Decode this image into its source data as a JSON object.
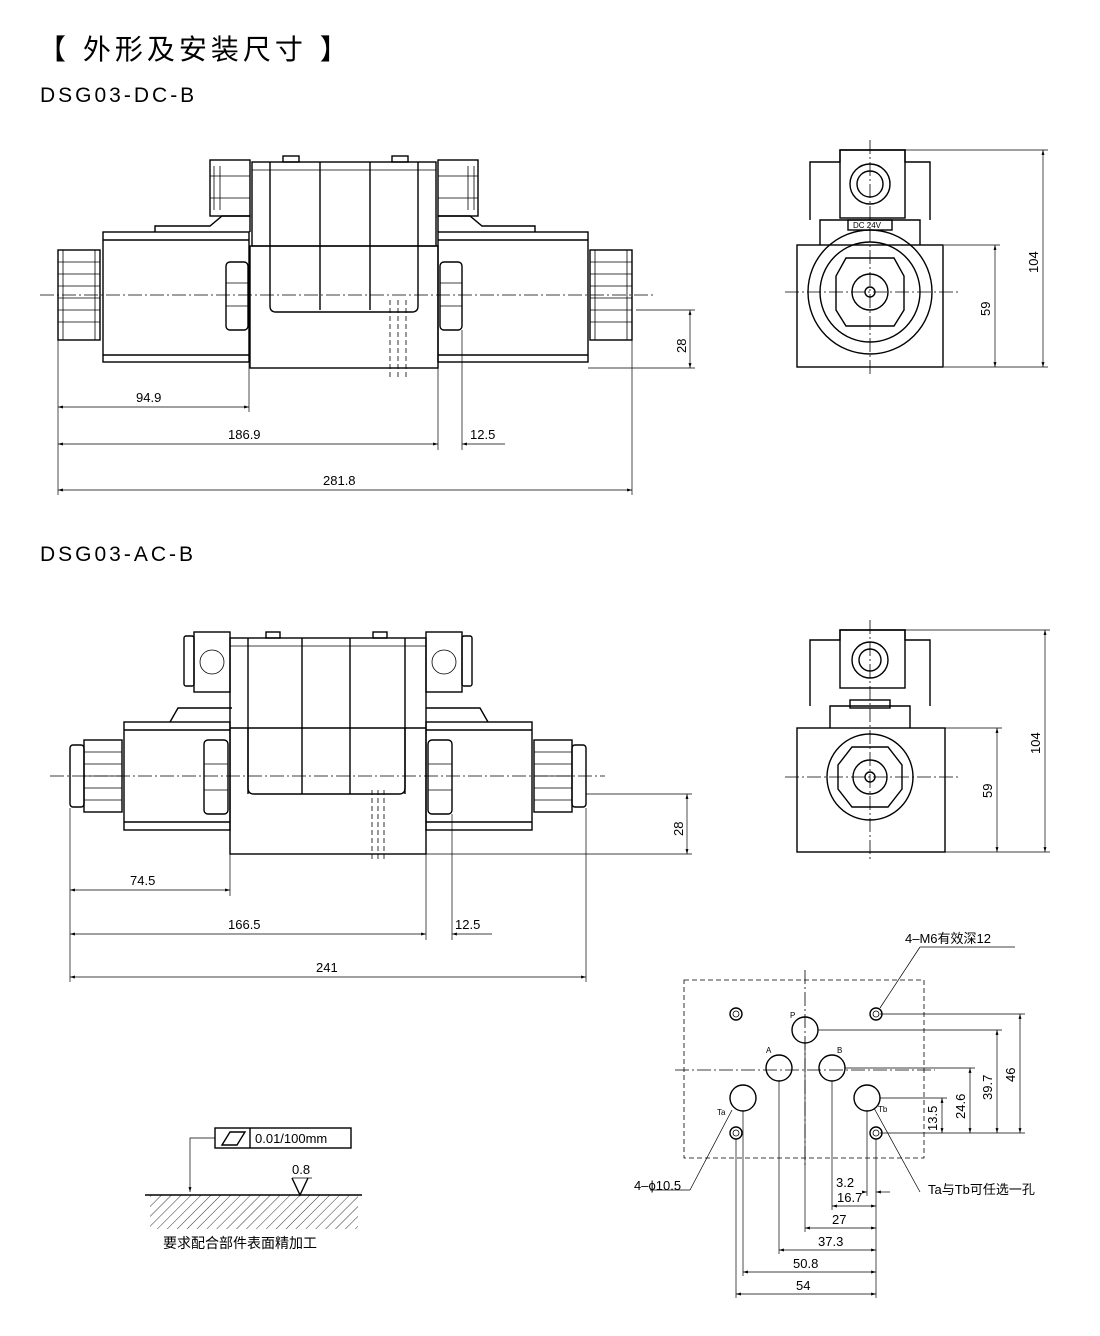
{
  "heading": "【 外形及安装尺寸 】",
  "models": [
    "DSG03-DC-B",
    "DSG03-AC-B"
  ],
  "dc_dims": {
    "d1": "94.9",
    "d2": "186.9",
    "d3": "12.5",
    "d4": "281.8",
    "h1": "28",
    "h2": "59",
    "h3": "104",
    "coil": "DC 24V"
  },
  "ac_dims": {
    "d1": "74.5",
    "d2": "166.5",
    "d3": "12.5",
    "d4": "241",
    "h1": "28",
    "h2": "59",
    "h3": "104"
  },
  "mount": {
    "bolt_note": "4–M6有效深12",
    "hole_note": "4–ϕ10.5",
    "option_note": "Ta与Tb可任选一孔",
    "ports": [
      "P",
      "A",
      "B",
      "Ta",
      "Tb"
    ],
    "v_dims": [
      "46",
      "39.7",
      "24.6",
      "13.5"
    ],
    "h_dims": [
      "3.2",
      "16.7",
      "27",
      "37.3",
      "50.8",
      "54"
    ]
  },
  "surface": {
    "tolerance": "0.01/100mm",
    "roughness": "0.8",
    "note": "要求配合部件表面精加工"
  }
}
